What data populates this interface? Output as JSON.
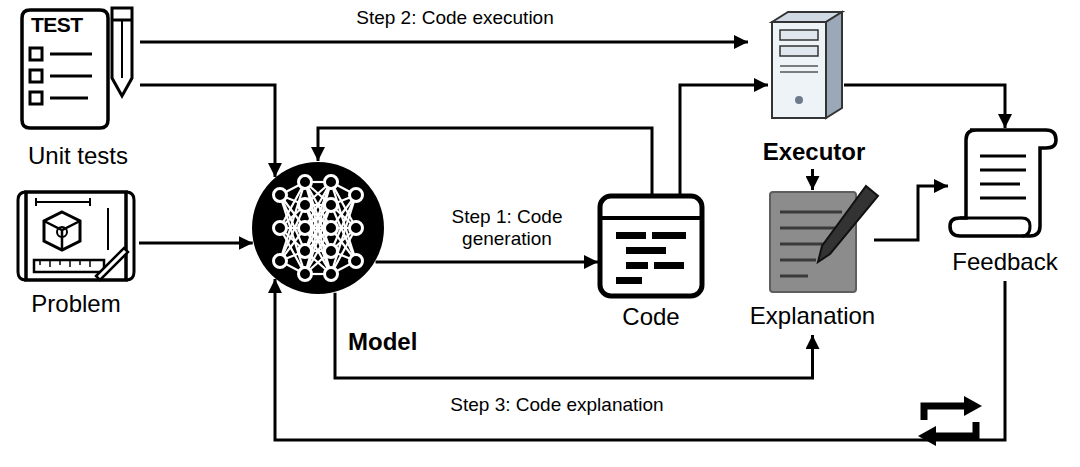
{
  "diagram": {
    "nodes": [
      {
        "text": [
          "Unit tests"
        ]
      },
      {
        "text": [
          "Problem"
        ]
      },
      {
        "text": [
          "Model"
        ]
      },
      {
        "text": [
          "Code"
        ]
      },
      {
        "text": [
          "Executor"
        ]
      },
      {
        "text": [
          "Explanation"
        ]
      },
      {
        "text": [
          "Feedback"
        ]
      }
    ],
    "edges": [
      {
        "from": 0,
        "to": 4,
        "arrow": "to",
        "label": "Step 2: Code execution"
      },
      {
        "from": 0,
        "to": 2,
        "arrow": "to"
      },
      {
        "from": 1,
        "to": 2,
        "arrow": "to"
      },
      {
        "from": 2,
        "to": 3,
        "arrow": "to",
        "label": "Step 1: Code generation"
      },
      {
        "from": 3,
        "to": 2,
        "arrow": "to"
      },
      {
        "from": 3,
        "to": 4,
        "arrow": "to"
      },
      {
        "from": 4,
        "to": 6,
        "arrow": "to"
      },
      {
        "from": 4,
        "to": 5,
        "arrow": "to"
      },
      {
        "from": 5,
        "to": 6,
        "arrow": "to"
      },
      {
        "from": 2,
        "to": 5,
        "arrow": "to",
        "label": "Step 3: Code explanation"
      },
      {
        "from": 6,
        "to": 2,
        "arrow": "to"
      }
    ],
    "labels": [
      "TEST"
    ]
  }
}
